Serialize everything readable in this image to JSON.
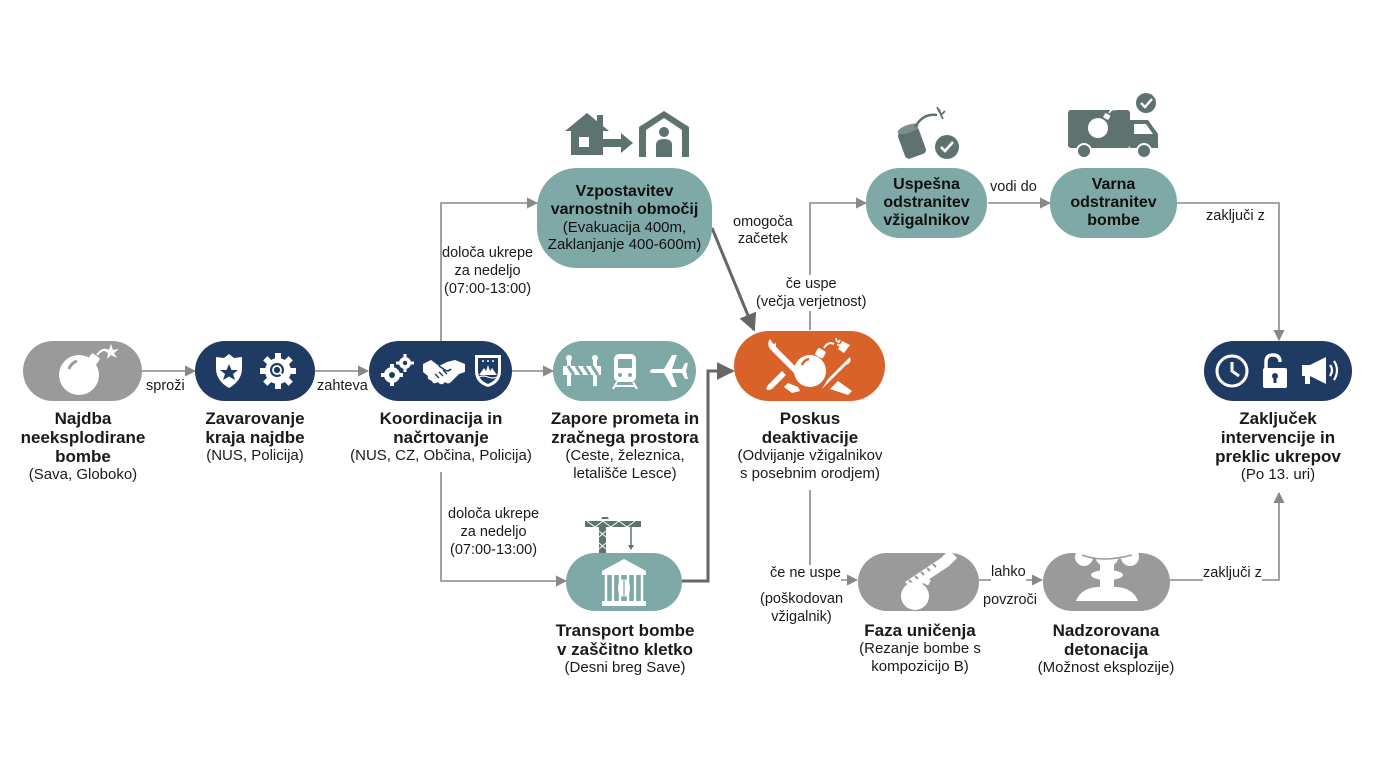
{
  "colors": {
    "gray": "#9a9a9a",
    "navy": "#1f3a63",
    "teal": "#7fa9a6",
    "orange": "#d9622b",
    "arrow": "#888888",
    "icon_dark": "#5e7270"
  },
  "nodes": {
    "najdba": {
      "title": "Najdba neeksplodirane bombe",
      "title_lines": [
        "Najdba",
        "neeksplodirane",
        "bombe"
      ],
      "sub": "(Sava, Globoko)",
      "icon": "bomb-icon"
    },
    "zavarovanje": {
      "title_lines": [
        "Zavarovanje",
        "kraja najdbe"
      ],
      "sub": "(NUS, Policija)",
      "icons": [
        "police-badge-icon",
        "gear-search-icon"
      ]
    },
    "koordinacija": {
      "title_lines": [
        "Koordinacija in",
        "načrtovanje"
      ],
      "sub": "(NUS, CZ, Občina, Policija)",
      "icons": [
        "gears-icon",
        "handshake-icon",
        "slovenia-coat-of-arms-icon"
      ]
    },
    "vzpostavitev": {
      "title_lines": [
        "Vzpostavitev",
        "varnostnih območij"
      ],
      "sub_lines": [
        "(Evakuacija 400m,",
        "Zaklanjanje 400-600m)"
      ],
      "icons": [
        "house-arrow-icon",
        "shelter-icon"
      ]
    },
    "zapore": {
      "title_lines": [
        "Zapore prometa in",
        "zračnega prostora"
      ],
      "sub_lines": [
        "(Ceste, železnica,",
        "letališče Lesce)"
      ],
      "icons": [
        "barrier-icon",
        "train-icon",
        "airplane-icon"
      ]
    },
    "transport": {
      "title_lines": [
        "Transport bombe",
        "v zaščitno kletko"
      ],
      "sub": "(Desni breg Save)",
      "icons": [
        "crane-icon",
        "cage-icon"
      ]
    },
    "poskus": {
      "title_lines": [
        "Poskus",
        "deaktivacije"
      ],
      "sub_lines": [
        "(Odvijanje vžigalnikov",
        "s posebnim orodjem)"
      ],
      "icon": "bomb-tools-icon"
    },
    "uspesna": {
      "title_lines": [
        "Uspešna",
        "odstranitev",
        "vžigalnikov"
      ],
      "icon": "fuse-check-icon"
    },
    "varna": {
      "title_lines": [
        "Varna",
        "odstranitev",
        "bombe"
      ],
      "icon": "truck-bomb-check-icon"
    },
    "faza": {
      "title_lines": [
        "Faza uničenja"
      ],
      "sub_lines": [
        "(Rezanje bombe s",
        "kompozicijo B)"
      ],
      "icon": "saw-bomb-icon"
    },
    "nadzorovana": {
      "title_lines": [
        "Nadzorovana",
        "detonacija"
      ],
      "sub": "(Možnost eksplozije)",
      "icon": "mushroom-cloud-icon"
    },
    "zakljucek": {
      "title_lines": [
        "Zaključek",
        "intervencije in",
        "preklic ukrepov"
      ],
      "sub": "(Po 13. uri)",
      "icons": [
        "clock-icon",
        "unlock-icon",
        "megaphone-icon"
      ]
    }
  },
  "edges": {
    "sprozi": "sproži",
    "zahteva": "zahteva",
    "doloca_top_lines": [
      "določa ukrepe",
      "za nedeljo",
      "(07:00-13:00)"
    ],
    "doloca_bottom_lines": [
      "določa ukrepe",
      "za nedeljo",
      "(07:00-13:00)"
    ],
    "omogoca_lines": [
      "omogoča",
      "začetek"
    ],
    "ce_uspe_lines": [
      "če uspe",
      "(večja verjetnost)"
    ],
    "vodi_do": "vodi do",
    "zakljuci_z_top": "zaključi z",
    "ce_ne_uspe": "če ne uspe",
    "poskodovan_lines": [
      "(poškodovan",
      "vžigalnik)"
    ],
    "lahko_povzroci_lines": [
      "lahko",
      "povzroči"
    ],
    "zakljuci_z_bottom": "zaključi z"
  }
}
